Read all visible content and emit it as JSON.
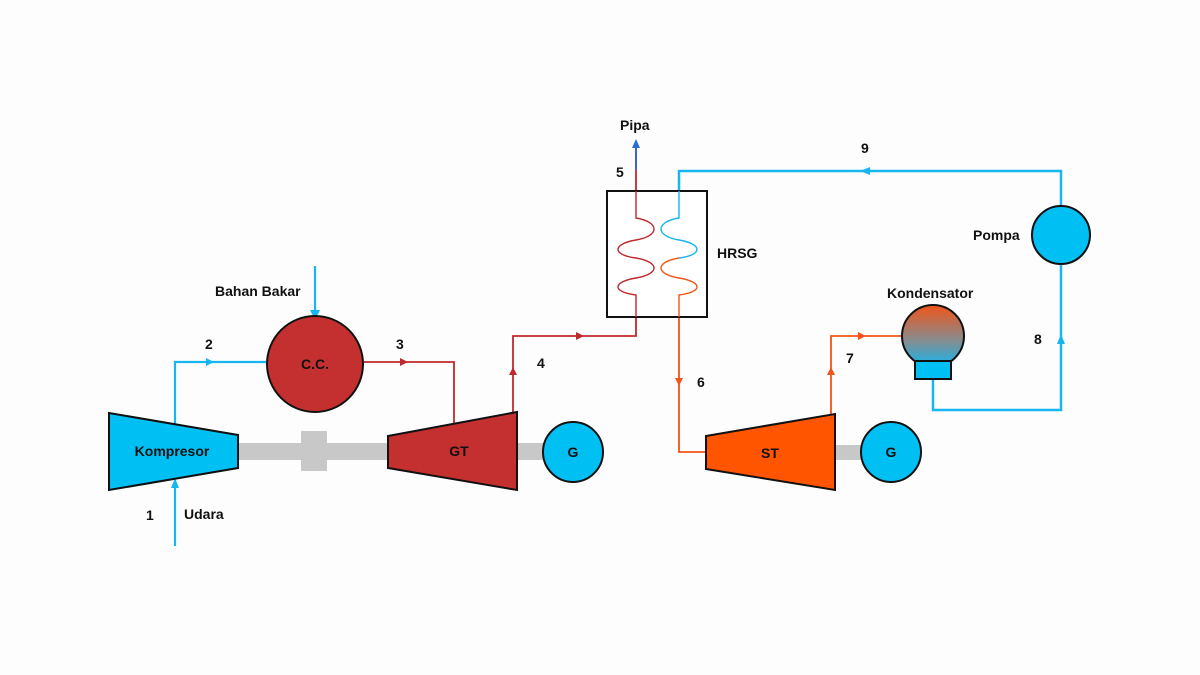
{
  "colors": {
    "air": "#17b6f0",
    "gas": "#c0282d",
    "steam": "#f0541a",
    "water": "#17b6f0",
    "pipe_out": "#2a6bd6",
    "shaft": "#c8c8c8",
    "compressor_fill": "#00bff3",
    "cc_fill": "#c4302f",
    "gt_fill": "#c4302f",
    "st_fill": "#ff5500",
    "generator_fill": "#00bff3",
    "pump_fill": "#00bff3"
  },
  "components": {
    "compressor": "Kompresor",
    "combustion_chamber": "C.C.",
    "gas_turbine": "GT",
    "steam_turbine": "ST",
    "generator_1": "G",
    "generator_2": "G",
    "hrsg": "HRSG",
    "condenser": "Kondensator",
    "pump": "Pompa"
  },
  "labels": {
    "fuel": "Bahan Bakar",
    "air_in": "Udara",
    "stack": "Pipa"
  },
  "states": {
    "s1": "1",
    "s2": "2",
    "s3": "3",
    "s4": "4",
    "s5": "5",
    "s6": "6",
    "s7": "7",
    "s8": "8",
    "s9": "9"
  }
}
